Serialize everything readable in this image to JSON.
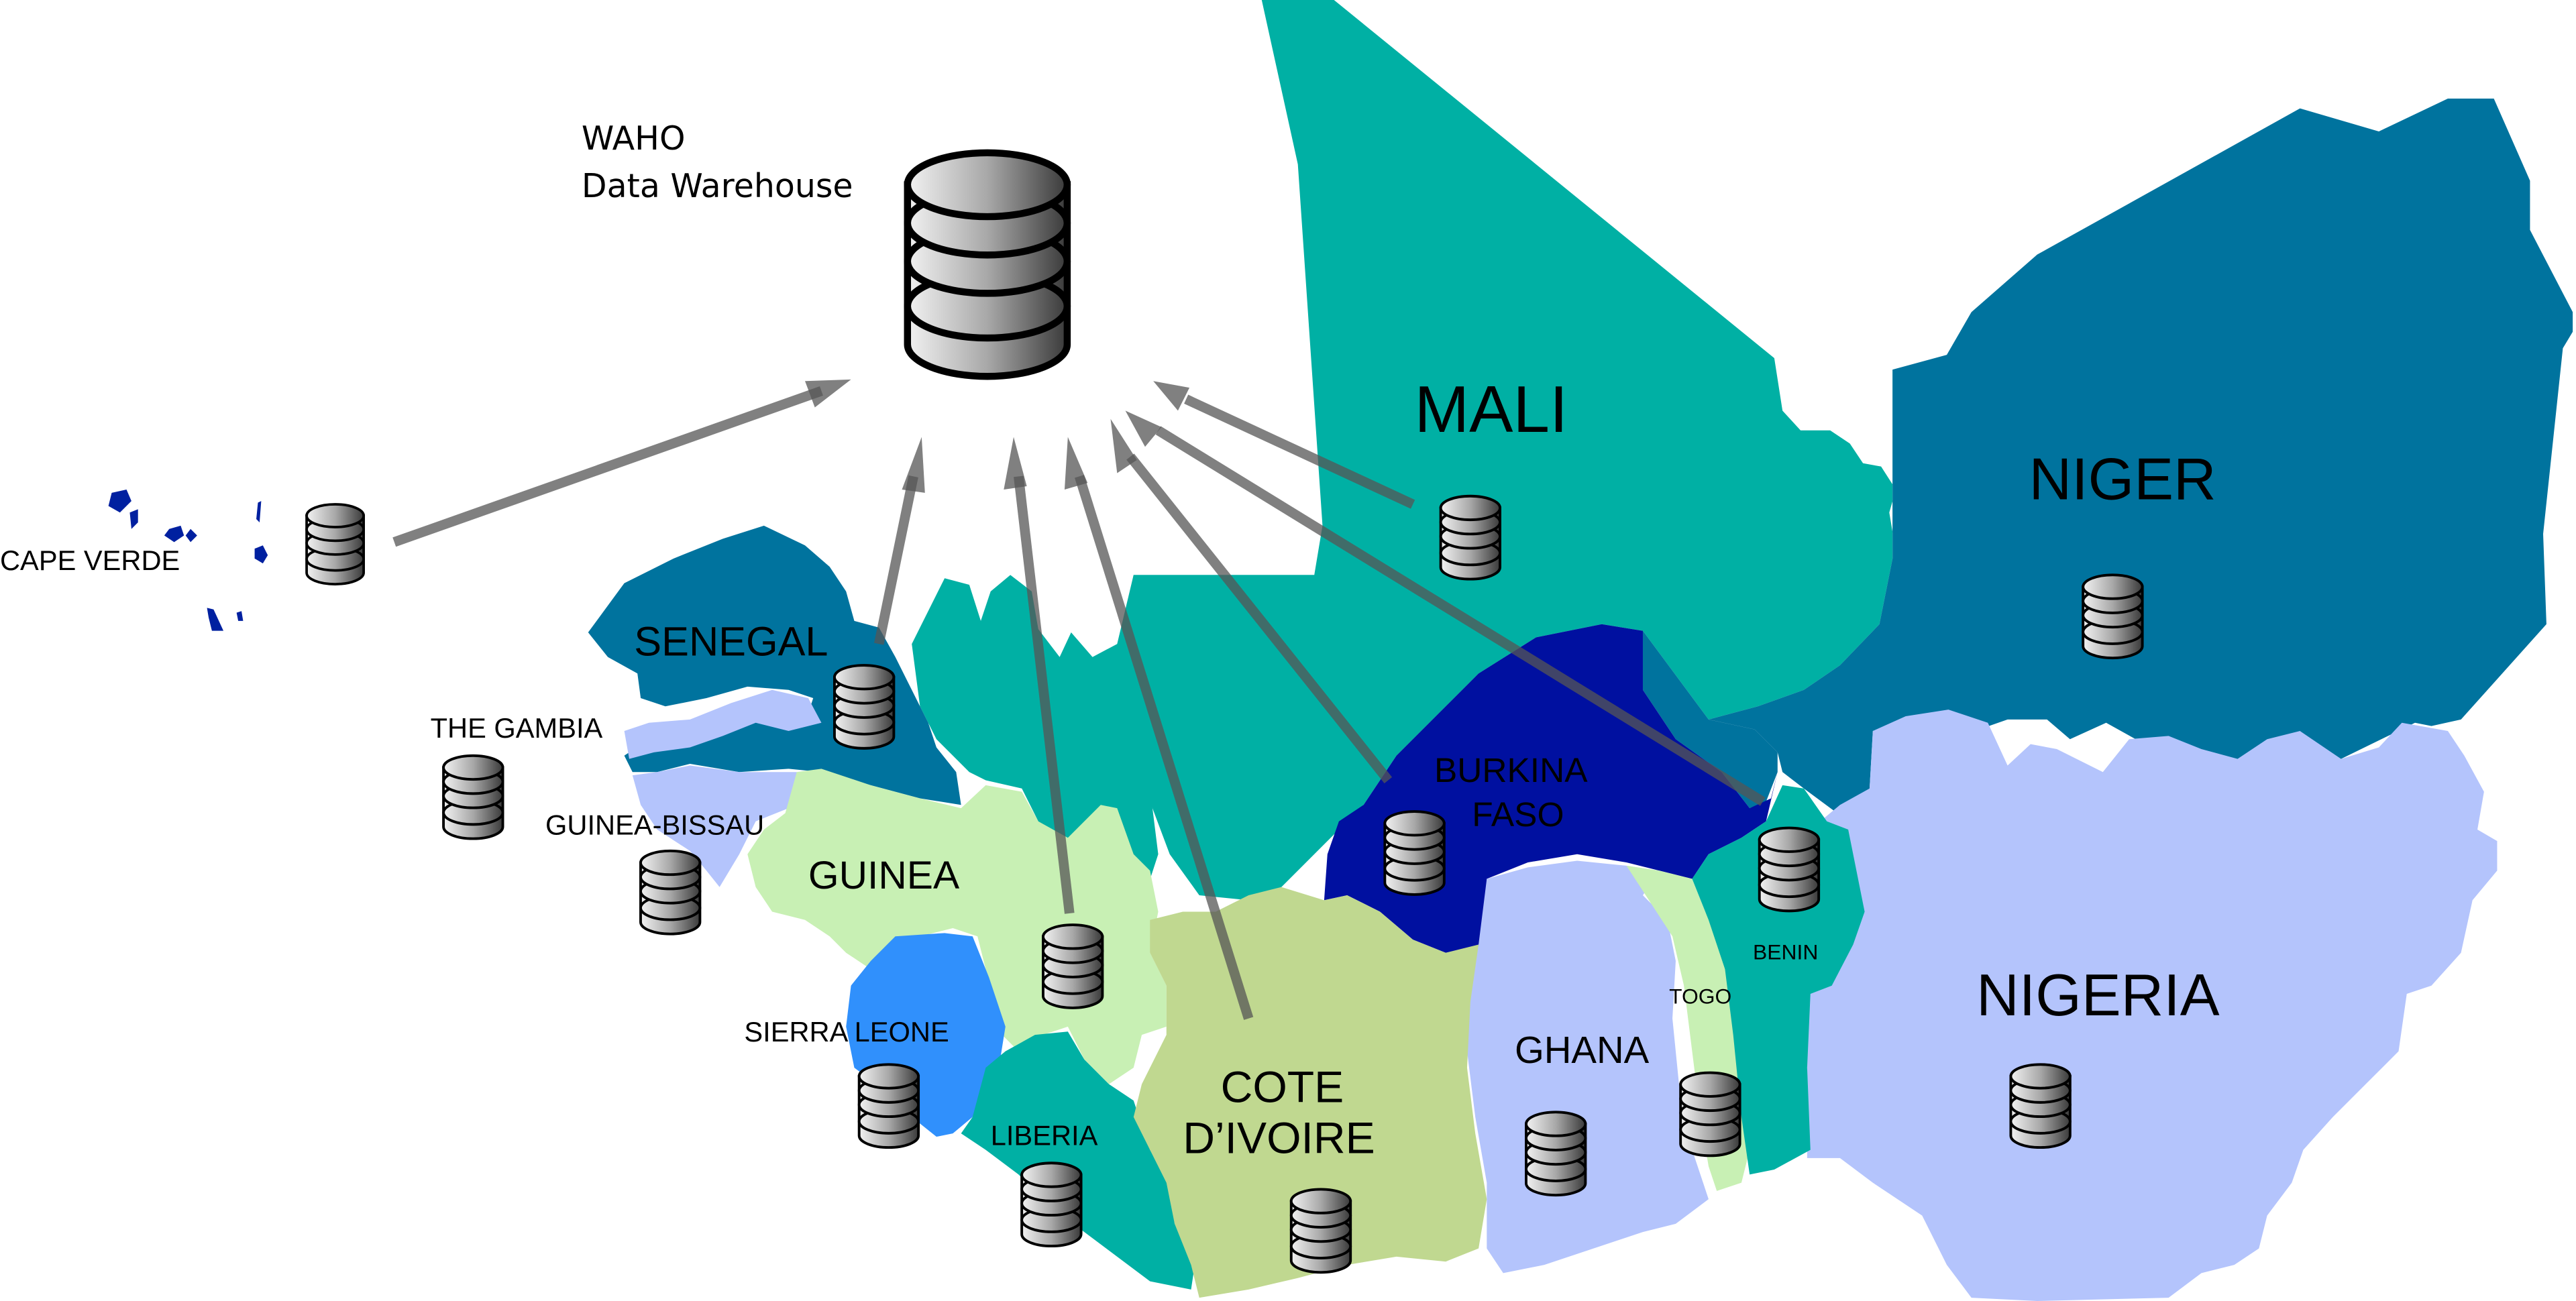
{
  "hub": {
    "title_line1": "WAHO",
    "title_line2": "Data Warehouse",
    "icon": "database-cylinder-icon"
  },
  "colors": {
    "background": "#ffffff",
    "teal": "#00b0a4",
    "steel_blue": "#00739e",
    "dark_blue": "#0010a0",
    "periwinkle": "#b4c4fc",
    "light_green": "#c8f0b4",
    "olive_green": "#c0d890",
    "bright_blue": "#3090fc",
    "island_blue": "#0020a0",
    "arrow_gray": "#666666"
  },
  "countries": [
    {
      "id": "cape-verde",
      "label": "CAPE VERDE",
      "color": "#0020a0"
    },
    {
      "id": "senegal",
      "label": "SENEGAL",
      "color": "#00739e"
    },
    {
      "id": "the-gambia",
      "label": "THE GAMBIA",
      "color": "#b4c4fc"
    },
    {
      "id": "guinea-bissau",
      "label": "GUINEA-BISSAU",
      "color": "#b4c4fc"
    },
    {
      "id": "guinea",
      "label": "GUINEA",
      "color": "#c8f0b4"
    },
    {
      "id": "sierra-leone",
      "label": "SIERRA LEONE",
      "color": "#3090fc"
    },
    {
      "id": "liberia",
      "label": "LIBERIA",
      "color": "#00b0a4"
    },
    {
      "id": "cote-divoire",
      "label_line1": "COTE",
      "label_line2": "D’IVOIRE",
      "color": "#c0d890"
    },
    {
      "id": "mali",
      "label": "MALI",
      "color": "#00b0a4"
    },
    {
      "id": "burkina-faso",
      "label_line1": "BURKINA",
      "label_line2": "FASO",
      "color": "#0010a0"
    },
    {
      "id": "ghana",
      "label": "GHANA",
      "color": "#b4c4fc"
    },
    {
      "id": "togo",
      "label": "TOGO",
      "color": "#c8f0b4"
    },
    {
      "id": "benin",
      "label": "BENIN",
      "color": "#00b0a4"
    },
    {
      "id": "niger",
      "label": "NIGER",
      "color": "#00739e"
    },
    {
      "id": "nigeria",
      "label": "NIGERIA",
      "color": "#b4c4fc"
    }
  ],
  "connections": [
    {
      "from": "cape-verde",
      "to": "waho-data-warehouse"
    },
    {
      "from": "senegal",
      "to": "waho-data-warehouse"
    },
    {
      "from": "guinea",
      "to": "waho-data-warehouse"
    },
    {
      "from": "cote-divoire",
      "to": "waho-data-warehouse"
    },
    {
      "from": "burkina-faso",
      "to": "waho-data-warehouse"
    },
    {
      "from": "benin",
      "to": "waho-data-warehouse"
    },
    {
      "from": "mali",
      "to": "waho-data-warehouse"
    }
  ]
}
